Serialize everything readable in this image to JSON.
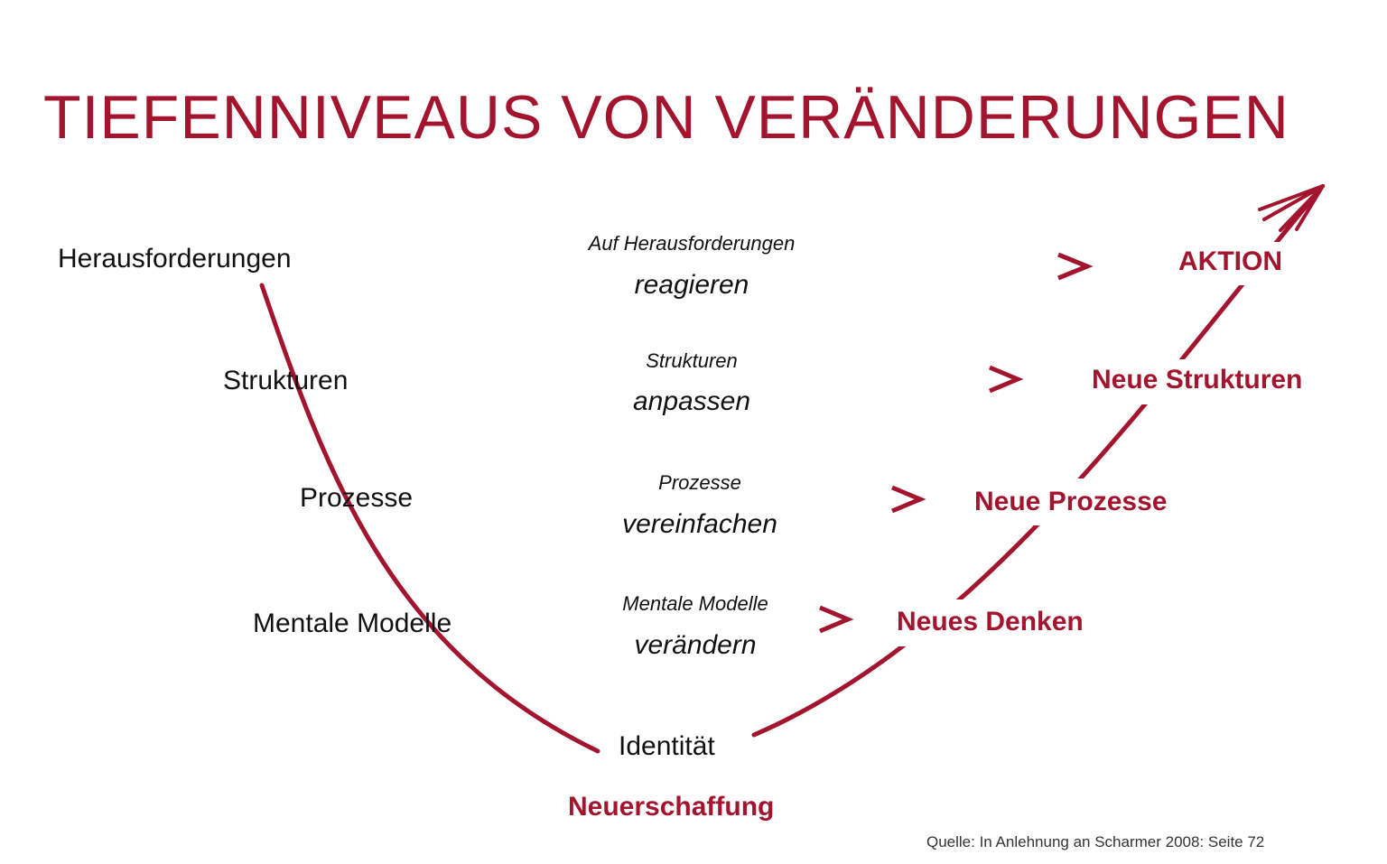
{
  "title": "TIEFENNIVEAUS VON VERÄNDERUNGEN",
  "levels": [
    {
      "left": "Herausforderungen",
      "right": "AKTION",
      "top_text": "Auf Herausforderungen",
      "bottom_text": "reagieren"
    },
    {
      "left": "Strukturen",
      "right": "Neue Strukturen",
      "top_text": "Strukturen",
      "bottom_text": "anpassen"
    },
    {
      "left": "Prozesse",
      "right": "Neue Prozesse",
      "top_text": "Prozesse",
      "bottom_text": "vereinfachen"
    },
    {
      "left": "Mentale Modelle",
      "right": "Neues Denken",
      "top_text": "Mentale Modelle",
      "bottom_text": "verändern"
    }
  ],
  "bottom": {
    "label": "Identität",
    "result": "Neuerschaffung"
  },
  "source": "Quelle: In Anlehnung an Scharmer 2008: Seite 72",
  "colors": {
    "accent": "#a3152e",
    "arrow_start": "#808080",
    "text": "#111111"
  }
}
